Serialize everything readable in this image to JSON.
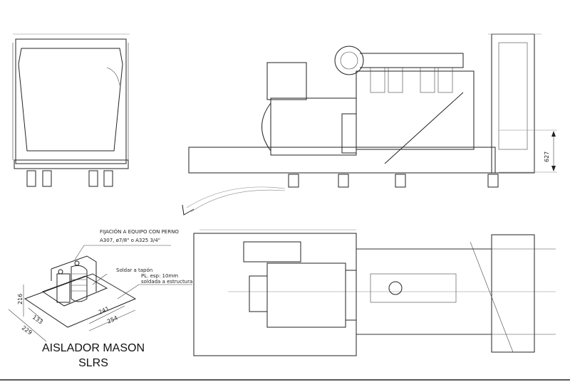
{
  "isolator": {
    "title_line1": "AISLADOR MASON",
    "title_line2": "SLRS",
    "note_fixing_line1": "FIJACIÓN A EQUIPO CON PERNO",
    "note_fixing_line2": "A307, ø7/8\" o A325 3/4\"",
    "note_weld": "Soldar a tapón",
    "note_plate_line1": "PL. esp: 10mm",
    "note_plate_line2": "soldada a estructura",
    "dims": {
      "height": "216",
      "d133": "133",
      "d229": "229",
      "d241": "241",
      "d254": "254"
    }
  },
  "side_view": {
    "dim_height": "627"
  }
}
